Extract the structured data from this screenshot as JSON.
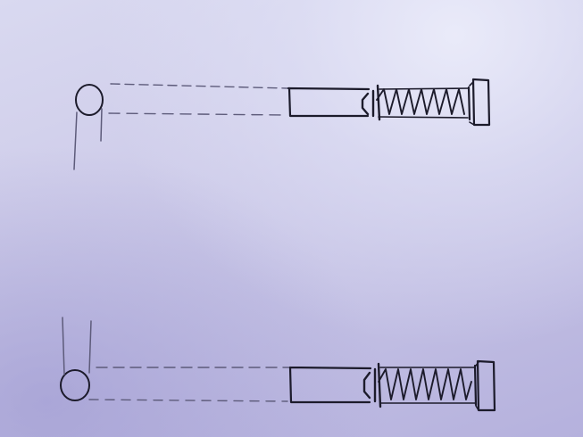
{
  "diagram": {
    "type": "hand-drawn mechanical sketch on paper",
    "ink_color": "#1c1b2b",
    "paper_color": "#cfcdea",
    "figures": [
      {
        "id": "top",
        "parts": [
          "pivot-circle",
          "lever-arm",
          "dashed-rod",
          "cylinder-tube",
          "spring",
          "end-cap"
        ],
        "spring_coils": 6
      },
      {
        "id": "bottom",
        "parts": [
          "pivot-circle",
          "lever-arm",
          "dashed-rod",
          "cylinder-tube",
          "spring",
          "end-cap"
        ],
        "spring_coils": 6
      }
    ]
  }
}
